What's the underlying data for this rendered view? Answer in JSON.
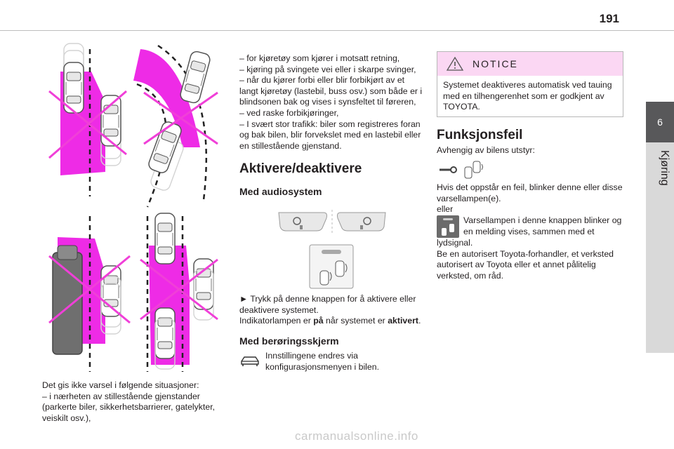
{
  "page": {
    "number": "191"
  },
  "sidebar": {
    "chapter_number": "6",
    "chapter_title": "Kjøring"
  },
  "col1": {
    "caption": [
      "Det gis ikke varsel i følgende situasjoner:",
      "–  i nærheten av stillestående gjenstander",
      "(parkerte biler, sikkerhetsbarrierer, gatelykter,",
      "veiskilt osv.),"
    ]
  },
  "col2": {
    "list": [
      "–  for kjøretøy som kjører i motsatt retning,",
      "–  kjøring på svingete vei eller i skarpe svinger,",
      "–  når du kjører forbi eller blir forbikjørt av et",
      "langt kjøretøy (lastebil, buss osv.) som både er i",
      "blindsonen bak og vises i synsfeltet til føreren,",
      "–  ved raske forbikjøringer,",
      "–  I svært stor trafikk: biler som registreres foran",
      "og bak bilen, blir forvekslet med en lastebil eller",
      "en stillestående gjenstand."
    ],
    "heading": "Aktivere/deaktivere",
    "sub_audio": "Med audiosystem",
    "press": [
      "► Trykk på denne knappen for å aktivere eller",
      "deaktivere systemet."
    ],
    "indicator_pre": "Indikatorlampen er ",
    "indicator_b1": "på",
    "indicator_mid": " når systemet er ",
    "indicator_b2": "aktivert",
    "indicator_end": ".",
    "sub_touch": "Med berøringsskjerm",
    "touch_text": [
      "Innstillingene endres via",
      "konfigurasjonsmenyen i bilen."
    ]
  },
  "col3": {
    "notice_title": "NOTICE",
    "notice_text": [
      "Systemet deaktiveres automatisk ved tauing",
      "med en tilhengerenhet som er godkjent av",
      "TOYOTA."
    ],
    "heading": "Funksjonsfeil",
    "depends": "Avhengig av bilens utstyr:",
    "body1": [
      "Hvis det oppstår en feil, blinker denne eller disse",
      "varsellampen(e)."
    ],
    "or": "eller",
    "lamp_text": [
      "Varsellampen i denne knappen blinker og",
      "en melding vises, sammen med et"
    ],
    "body2": [
      "lydsignal.",
      "Be en autorisert Toyota-forhandler, et verksted",
      "autorisert av Toyota eller et annet pålitelig",
      "verksted, om råd."
    ]
  },
  "watermark": "carmanualsonline.info",
  "colors": {
    "magenta": "#ee2be6",
    "cross": "#f03fd8",
    "tab": "#58585a",
    "notice_header": "#fbd7f3"
  }
}
